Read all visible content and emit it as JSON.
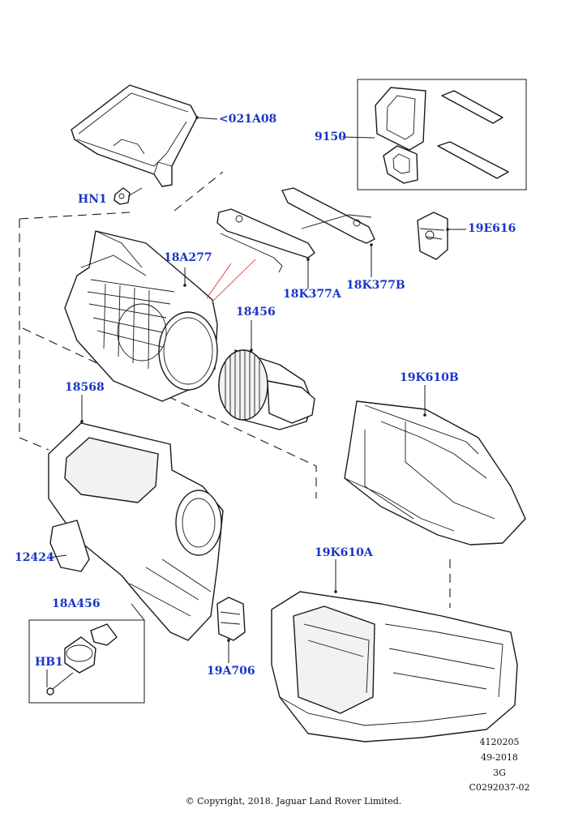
{
  "callouts": {
    "c021a08": "<021A08",
    "hn1": "HN1",
    "c9150": "9150",
    "c18a277": "18A277",
    "c19e616": "19E616",
    "c18k377a": "18K377A",
    "c18k377b": "18K377B",
    "c18456": "18456",
    "c19k610b": "19K610B",
    "c18568": "18568",
    "c12424": "12424",
    "c19k610a": "19K610A",
    "c18a456": "18A456",
    "hb1": "HB1",
    "c19a706": "19A706"
  },
  "meta": {
    "line1": "4120205",
    "line2": "49-2018",
    "line3": "3G",
    "line4": "C0292037-02"
  },
  "copyright": "© Copyright, 2018. Jaguar Land Rover Limited.",
  "colors": {
    "callout": "#1a35c8",
    "leader_highlight": "#e02020",
    "line": "#1a1a1a"
  }
}
